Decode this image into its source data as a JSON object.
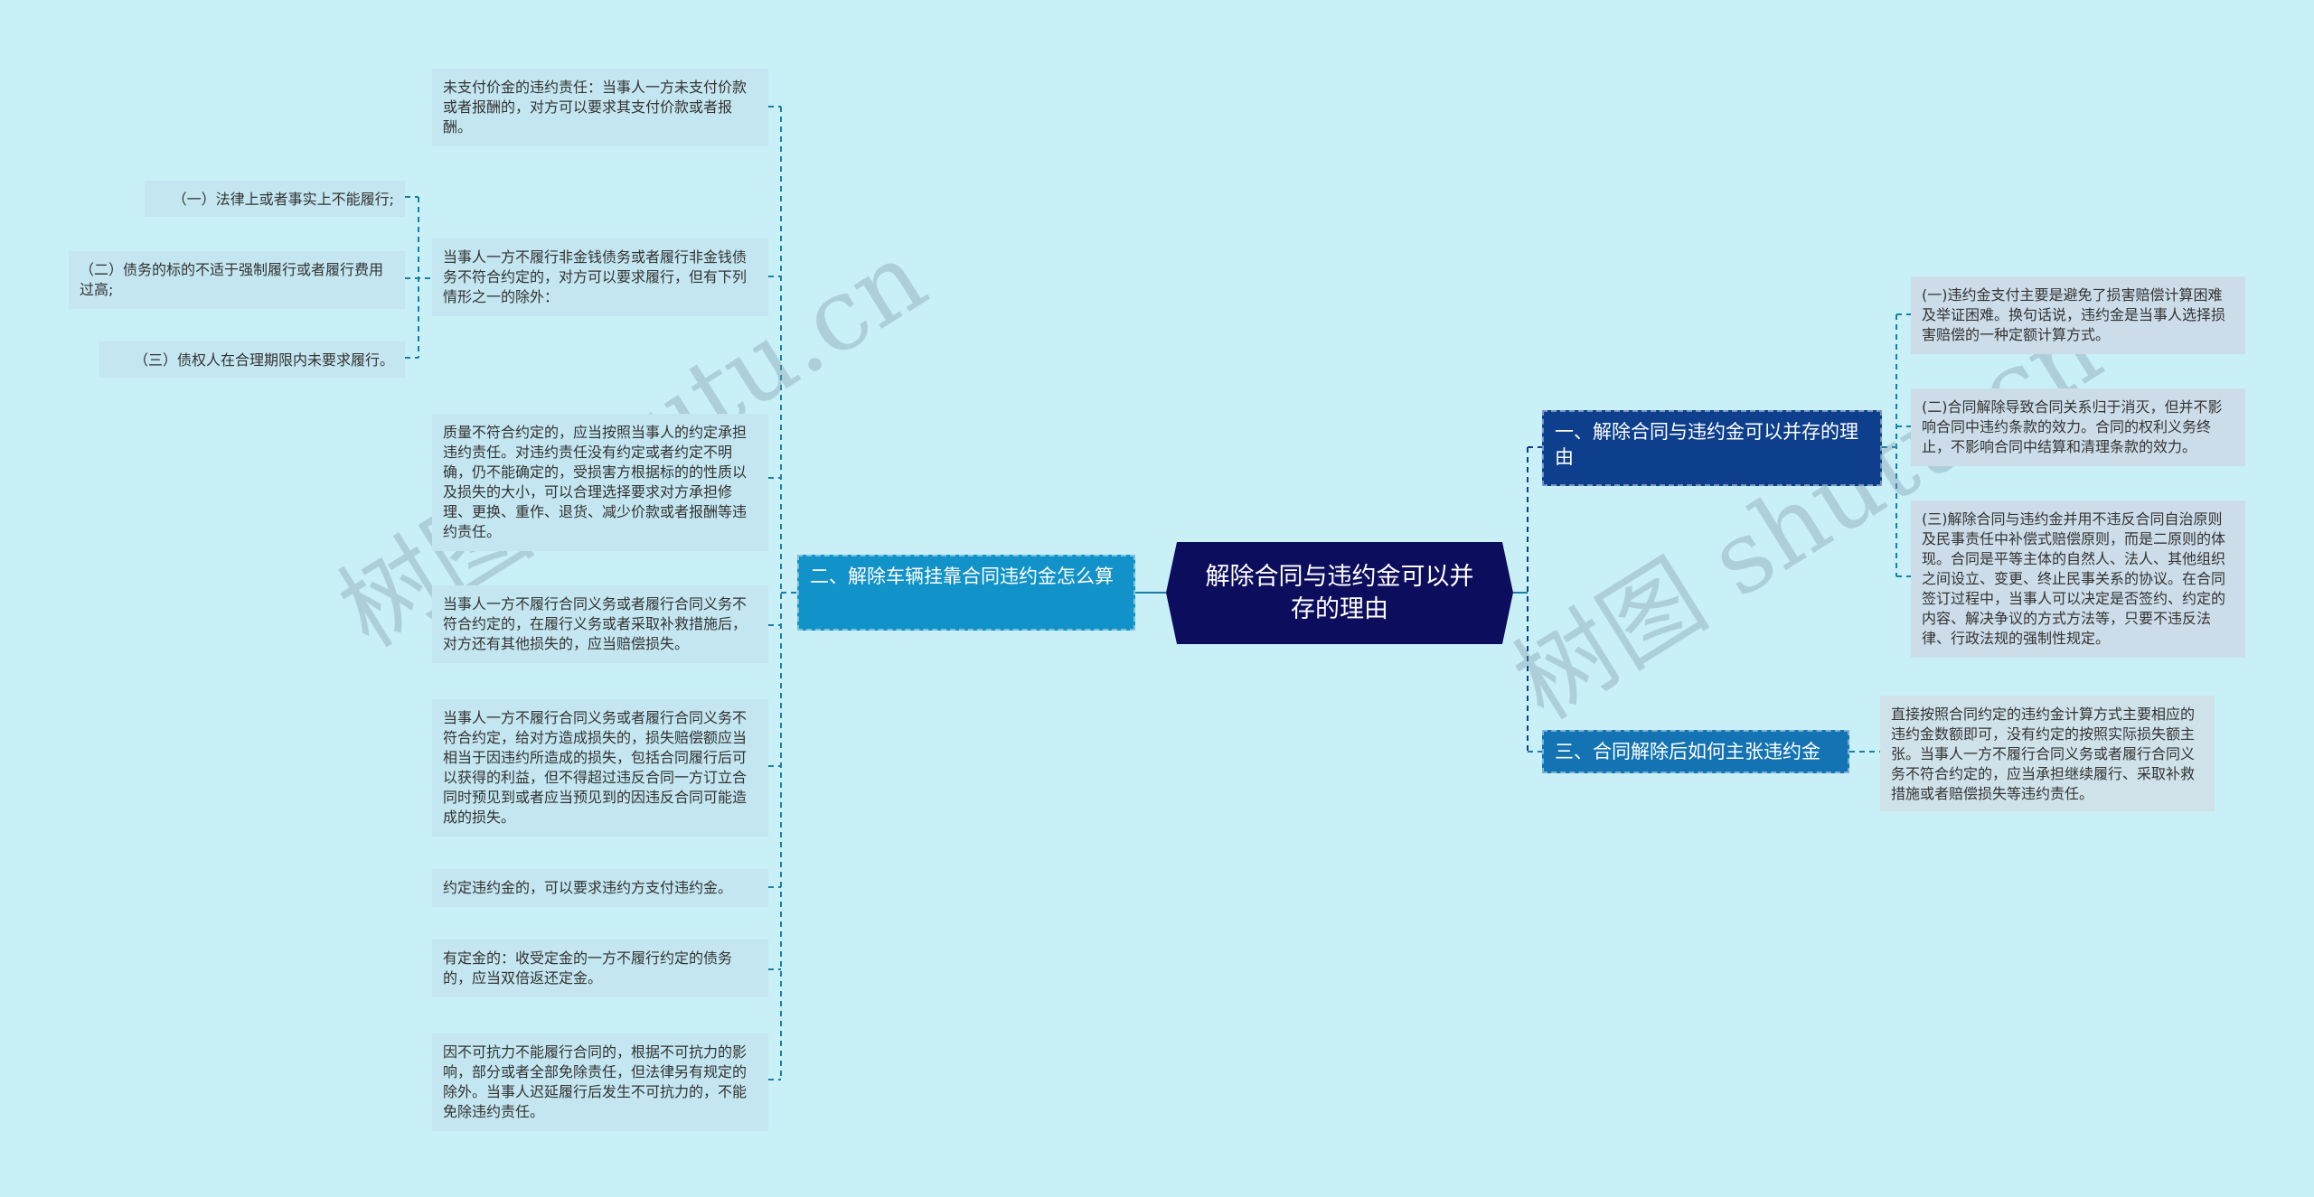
{
  "root": {
    "title": "解除合同与违约金可以并存的理由"
  },
  "branches": {
    "one": {
      "label": "一、解除合同与违约金可以并存的理由",
      "children": [
        "(一)违约金支付主要是避免了损害赔偿计算困难及举证困难。换句话说，违约金是当事人选择损害赔偿的一种定额计算方式。",
        "(二)合同解除导致合同关系归于消灭，但并不影响合同中违约条款的效力。合同的权利义务终止，不影响合同中结算和清理条款的效力。",
        "(三)解除合同与违约金并用不违反合同自治原则及民事责任中补偿式赔偿原则，而是二原则的体现。合同是平等主体的自然人、法人、其他组织之间设立、变更、终止民事关系的协议。在合同签订过程中，当事人可以决定是否签约、约定的内容、解决争议的方式方法等，只要不违反法律、行政法规的强制性规定。"
      ]
    },
    "two": {
      "label": "二、解除车辆挂靠合同违约金怎么算",
      "children": [
        "未支付价金的违约责任：当事人一方未支付价款或者报酬的，对方可以要求其支付价款或者报酬。",
        "当事人一方不履行非金钱债务或者履行非金钱债务不符合约定的，对方可以要求履行，但有下列情形之一的除外：",
        "质量不符合约定的，应当按照当事人的约定承担违约责任。对违约责任没有约定或者约定不明确，仍不能确定的，受损害方根据标的的性质以及损失的大小，可以合理选择要求对方承担修理、更换、重作、退货、减少价款或者报酬等违约责任。",
        "当事人一方不履行合同义务或者履行合同义务不符合约定的，在履行义务或者采取补救措施后，对方还有其他损失的，应当赔偿损失。",
        "当事人一方不履行合同义务或者履行合同义务不符合约定，给对方造成损失的，损失赔偿额应当相当于因违约所造成的损失，包括合同履行后可以获得的利益，但不得超过违反合同一方订立合同时预见到或者应当预见到的因违反合同可能造成的损失。",
        "约定违约金的，可以要求违约方支付违约金。",
        "有定金的：收受定金的一方不履行约定的债务的，应当双倍返还定金。",
        "因不可抗力不能履行合同的，根据不可抗力的影响，部分或者全部免除责任，但法律另有规定的除外。当事人迟延履行后发生不可抗力的，不能免除违约责任。"
      ],
      "exceptions": [
        "（一）法律上或者事实上不能履行;",
        "（二）债务的标的不适于强制履行或者履行费用过高;",
        "（三）债权人在合理期限内未要求履行。"
      ]
    },
    "three": {
      "label": "三、合同解除后如何主张违约金",
      "children": [
        "直接按照合同约定的违约金计算方式主要相应的违约金数额即可，没有约定的按照实际损失额主张。当事人一方不履行合同义务或者履行合同义务不符合约定的，应当承担继续履行、采取补救措施或者赔偿损失等违约责任。"
      ]
    }
  },
  "watermarks": [
    "树图 shutu.cn",
    "树图 shutu.cn"
  ],
  "colors": {
    "background": "#c9eff7",
    "root": "#0c0d5c",
    "branch_one": "#0d3f8c",
    "branch_two": "#1192c8",
    "branch_three": "#1373b3",
    "leaf_left": "#c3e6f0",
    "leaf_right": "#ccdde9",
    "connector": "#1a7fa8"
  }
}
